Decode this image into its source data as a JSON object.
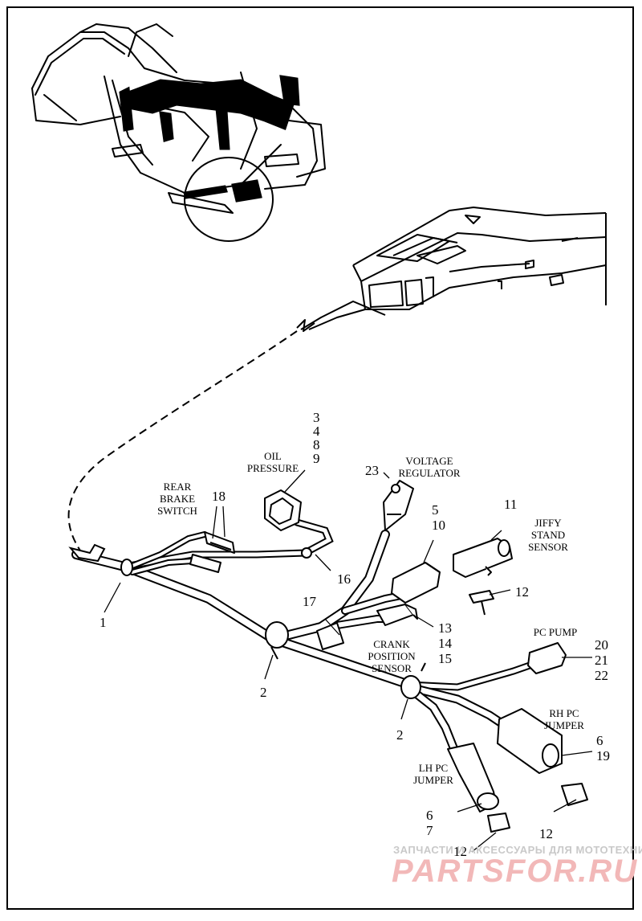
{
  "labels": {
    "oil_pressure": "OIL\nPRESSURE",
    "voltage_regulator": "VOLTAGE\nREGULATOR",
    "rear_brake_switch": "REAR\nBRAKE\nSWITCH",
    "jiffy_stand_sensor": "JIFFY\nSTAND\nSENSOR",
    "crank_position_sensor": "CRANK\nPOSITION\nSENSOR",
    "pc_pump": "PC PUMP",
    "rh_pc_jumper": "RH PC\nJUMPER",
    "lh_pc_jumper": "LH PC\nJUMPER"
  },
  "callouts": {
    "c1": "1",
    "c2a": "2",
    "c2b": "2",
    "c3489": "3\n4\n8\n9",
    "c510": "5\n10",
    "c11": "11",
    "c12a": "12",
    "c12b": "12",
    "c12c": "12",
    "c131415": "13\n14\n15",
    "c16": "16",
    "c17": "17",
    "c18": "18",
    "c23": "23",
    "c619": "6\n19",
    "c67": "6\n7",
    "c202122": "20\n21\n22"
  },
  "watermark": {
    "line1": "ЗАПЧАСТИ И АКСЕССУАРЫ ДЛЯ МОТОТЕХНИКИ",
    "line2": "PARTSFOR.RU"
  }
}
